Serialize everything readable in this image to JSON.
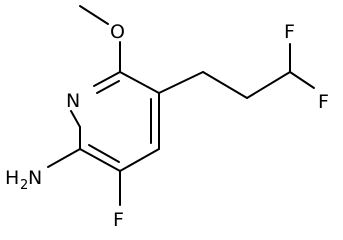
{
  "molecule": {
    "atoms": {
      "nitrogen": "N",
      "oxygen": "O",
      "amine_h": "H",
      "amine_sub": "2",
      "amine_n": "N",
      "fluorine_ring": "F",
      "fluorine_top": "F",
      "fluorine_right": "F"
    }
  },
  "colors": {
    "bond": "#000000",
    "text": "#000000",
    "background": "#ffffff"
  }
}
